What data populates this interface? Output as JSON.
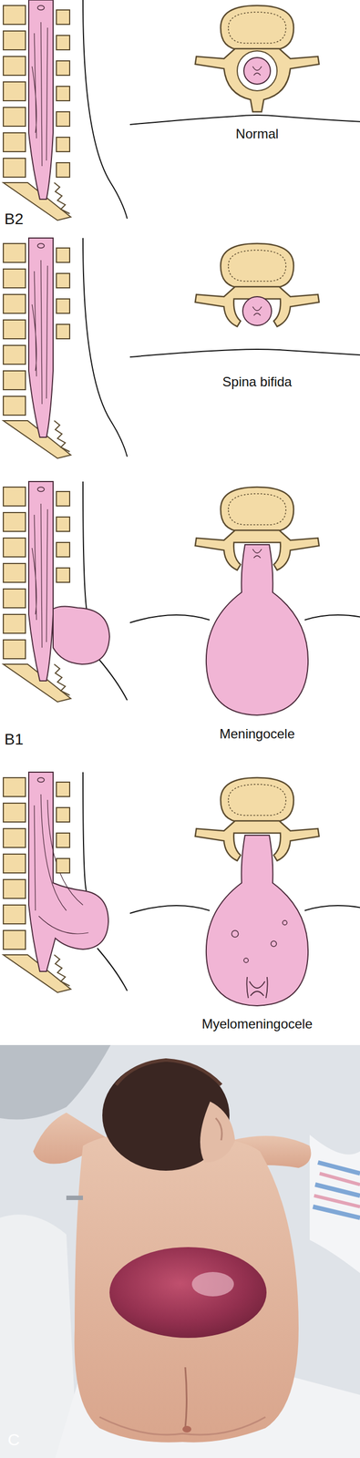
{
  "diagram": {
    "labels": [
      "Normal",
      "B2",
      "Spina bifida",
      "Meningocele",
      "B1",
      "Myelomeningocele",
      "C"
    ]
  }
}
